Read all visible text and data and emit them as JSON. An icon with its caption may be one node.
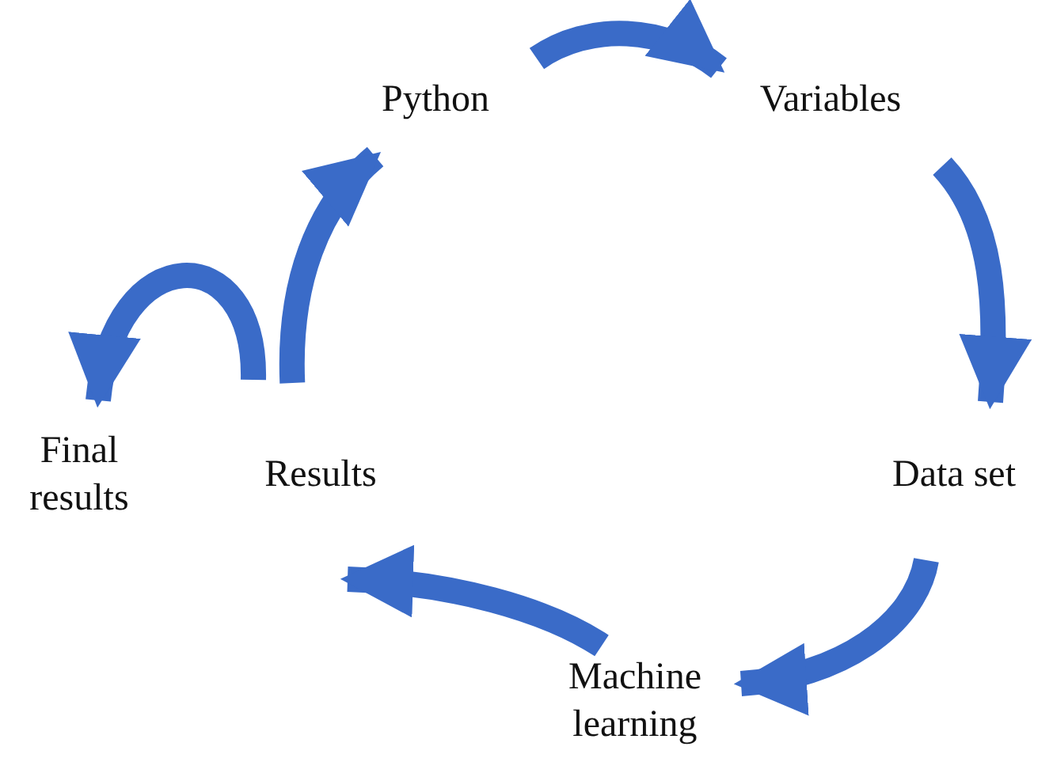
{
  "diagram": {
    "nodes": [
      {
        "text": [
          "Python"
        ]
      },
      {
        "text": [
          "Variables"
        ]
      },
      {
        "text": [
          "Data set"
        ]
      },
      {
        "text": [
          "Machine learning"
        ]
      },
      {
        "text": [
          "Results"
        ]
      },
      {
        "text": [
          "Final results"
        ]
      }
    ],
    "edges": [
      {
        "from": 0,
        "to": 1,
        "arrow": "to"
      },
      {
        "from": 1,
        "to": 2,
        "arrow": "to"
      },
      {
        "from": 2,
        "to": 3,
        "arrow": "to"
      },
      {
        "from": 3,
        "to": 4,
        "arrow": "to"
      },
      {
        "from": 4,
        "to": 0,
        "arrow": "to"
      },
      {
        "from": 4,
        "to": 5,
        "arrow": "to"
      }
    ]
  }
}
